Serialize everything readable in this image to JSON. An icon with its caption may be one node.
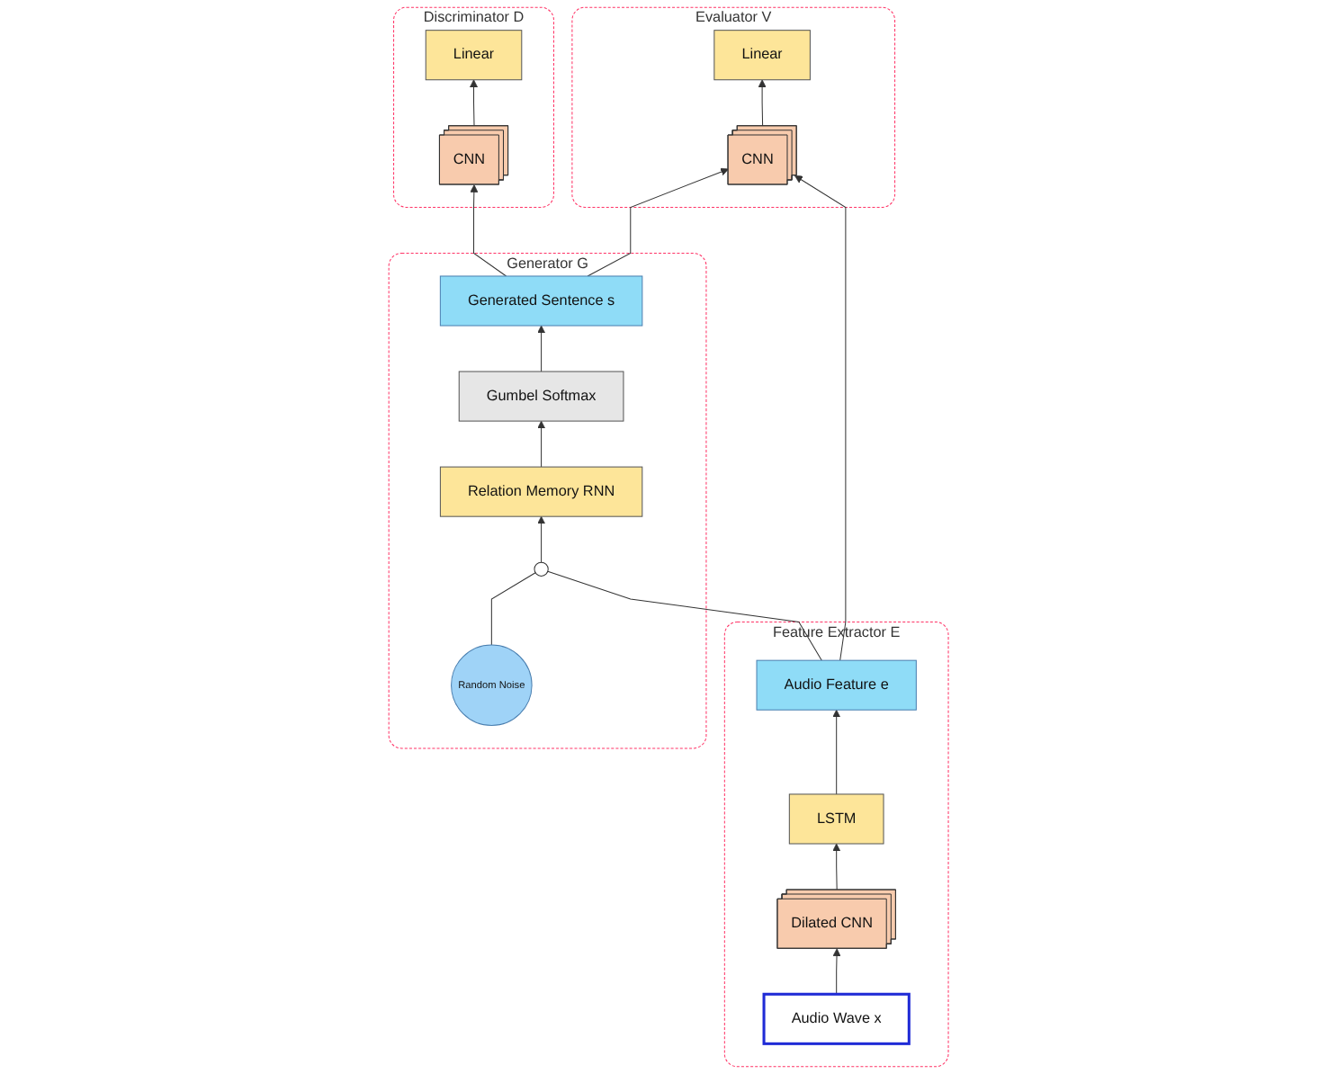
{
  "diagram": {
    "nodes": [
      {
        "text": [
          "Evaluator V"
        ]
      },
      {
        "text": [
          "Linear"
        ],
        "in": 0
      },
      {
        "text": [
          "CNN"
        ],
        "in": 0
      },
      {
        "text": [
          "Discriminator D"
        ]
      },
      {
        "text": [
          "Linear"
        ],
        "in": 3
      },
      {
        "text": [
          "CNN"
        ],
        "in": 3
      },
      {
        "text": [
          "Feature Extractor E"
        ]
      },
      {
        "text": [
          "Audio Feature e"
        ],
        "in": 6
      },
      {
        "text": [
          "LSTM"
        ],
        "in": 6
      },
      {
        "text": [
          "Dilated CNN"
        ],
        "in": 6
      },
      {
        "text": [
          "Audio Wave x"
        ],
        "in": 6
      },
      {
        "text": [
          "Generator G"
        ]
      },
      {
        "text": [
          "Generated Sentence s"
        ],
        "in": 11
      },
      {
        "text": [
          "Gumbel Softmax"
        ],
        "in": 11
      },
      {
        "text": [
          "Relation Memory RNN"
        ],
        "in": 11
      },
      {
        "text": [],
        "shape": "circle",
        "in": 11
      },
      {
        "text": [
          "Random Noise"
        ],
        "in": 11
      }
    ],
    "edges": [
      {
        "from": 2,
        "to": 1,
        "arrow": "to"
      },
      {
        "from": 5,
        "to": 4,
        "arrow": "to"
      },
      {
        "from": 7,
        "to": 2,
        "arrow": "to"
      },
      {
        "from": 12,
        "to": 2,
        "arrow": "to"
      },
      {
        "from": 12,
        "to": 5,
        "arrow": "to"
      },
      {
        "from": 8,
        "to": 7,
        "arrow": "to"
      },
      {
        "from": 9,
        "to": 8,
        "arrow": "to"
      },
      {
        "from": 10,
        "to": 9,
        "arrow": "to"
      },
      {
        "from": 7,
        "to": 15,
        "arrow": "none"
      },
      {
        "from": 13,
        "to": 12,
        "arrow": "to"
      },
      {
        "from": 14,
        "to": 13,
        "arrow": "to"
      },
      {
        "from": 15,
        "to": 14,
        "arrow": "to"
      },
      {
        "from": 16,
        "to": 15,
        "arrow": "none"
      }
    ]
  }
}
